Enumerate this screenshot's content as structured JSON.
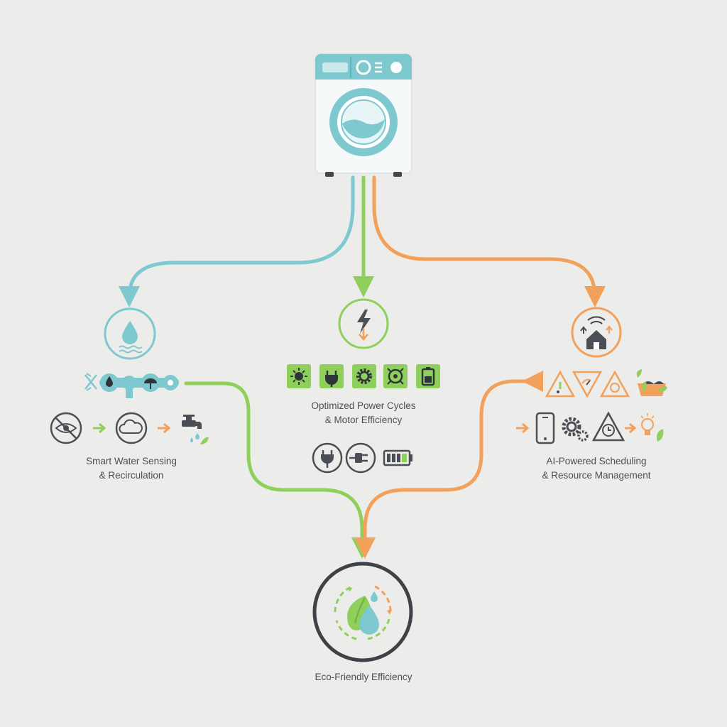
{
  "colors": {
    "background": "#ececea",
    "water": "#7ec8cf",
    "energy": "#8fd05c",
    "ai": "#f2a05a",
    "dark": "#4b4f55",
    "machine_body": "#f5f8f9"
  },
  "machine": {
    "icon": "washing-machine-icon"
  },
  "branches": {
    "water": {
      "label_line1": "Smart Water Sensing",
      "label_line2": "& Recirculation",
      "icon": "water-drop-icon"
    },
    "energy": {
      "label_line1": "Optimized Power Cycles",
      "label_line2": "& Motor Efficiency",
      "icon": "lightning-icon"
    },
    "ai": {
      "label_line1": "AI-Powered Scheduling",
      "label_line2": "& Resource Management",
      "icon": "smart-home-icon"
    }
  },
  "outcome": {
    "label": "Eco-Friendly Efficiency",
    "icon": "eco-leaf-drop-icon"
  }
}
